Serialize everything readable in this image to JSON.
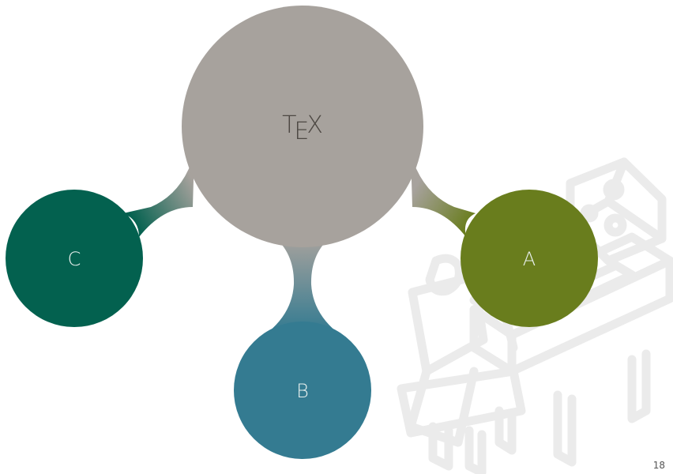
{
  "slide": {
    "center_node": {
      "label_main": "T",
      "label_sub": "E",
      "label_end": "X",
      "color": "#a7a29d",
      "text_color": "#4d4843"
    },
    "nodes": [
      {
        "id": "a",
        "label": "A",
        "color": "#697d1d"
      },
      {
        "id": "b",
        "label": "B",
        "color": "#347b91"
      },
      {
        "id": "c",
        "label": "C",
        "color": "#03614f"
      }
    ],
    "node_text_color": "#e8f0ee",
    "background_illustration": "person-at-computer-desk-outline",
    "illustration_color": "#ebebeb",
    "page_number": "18"
  }
}
